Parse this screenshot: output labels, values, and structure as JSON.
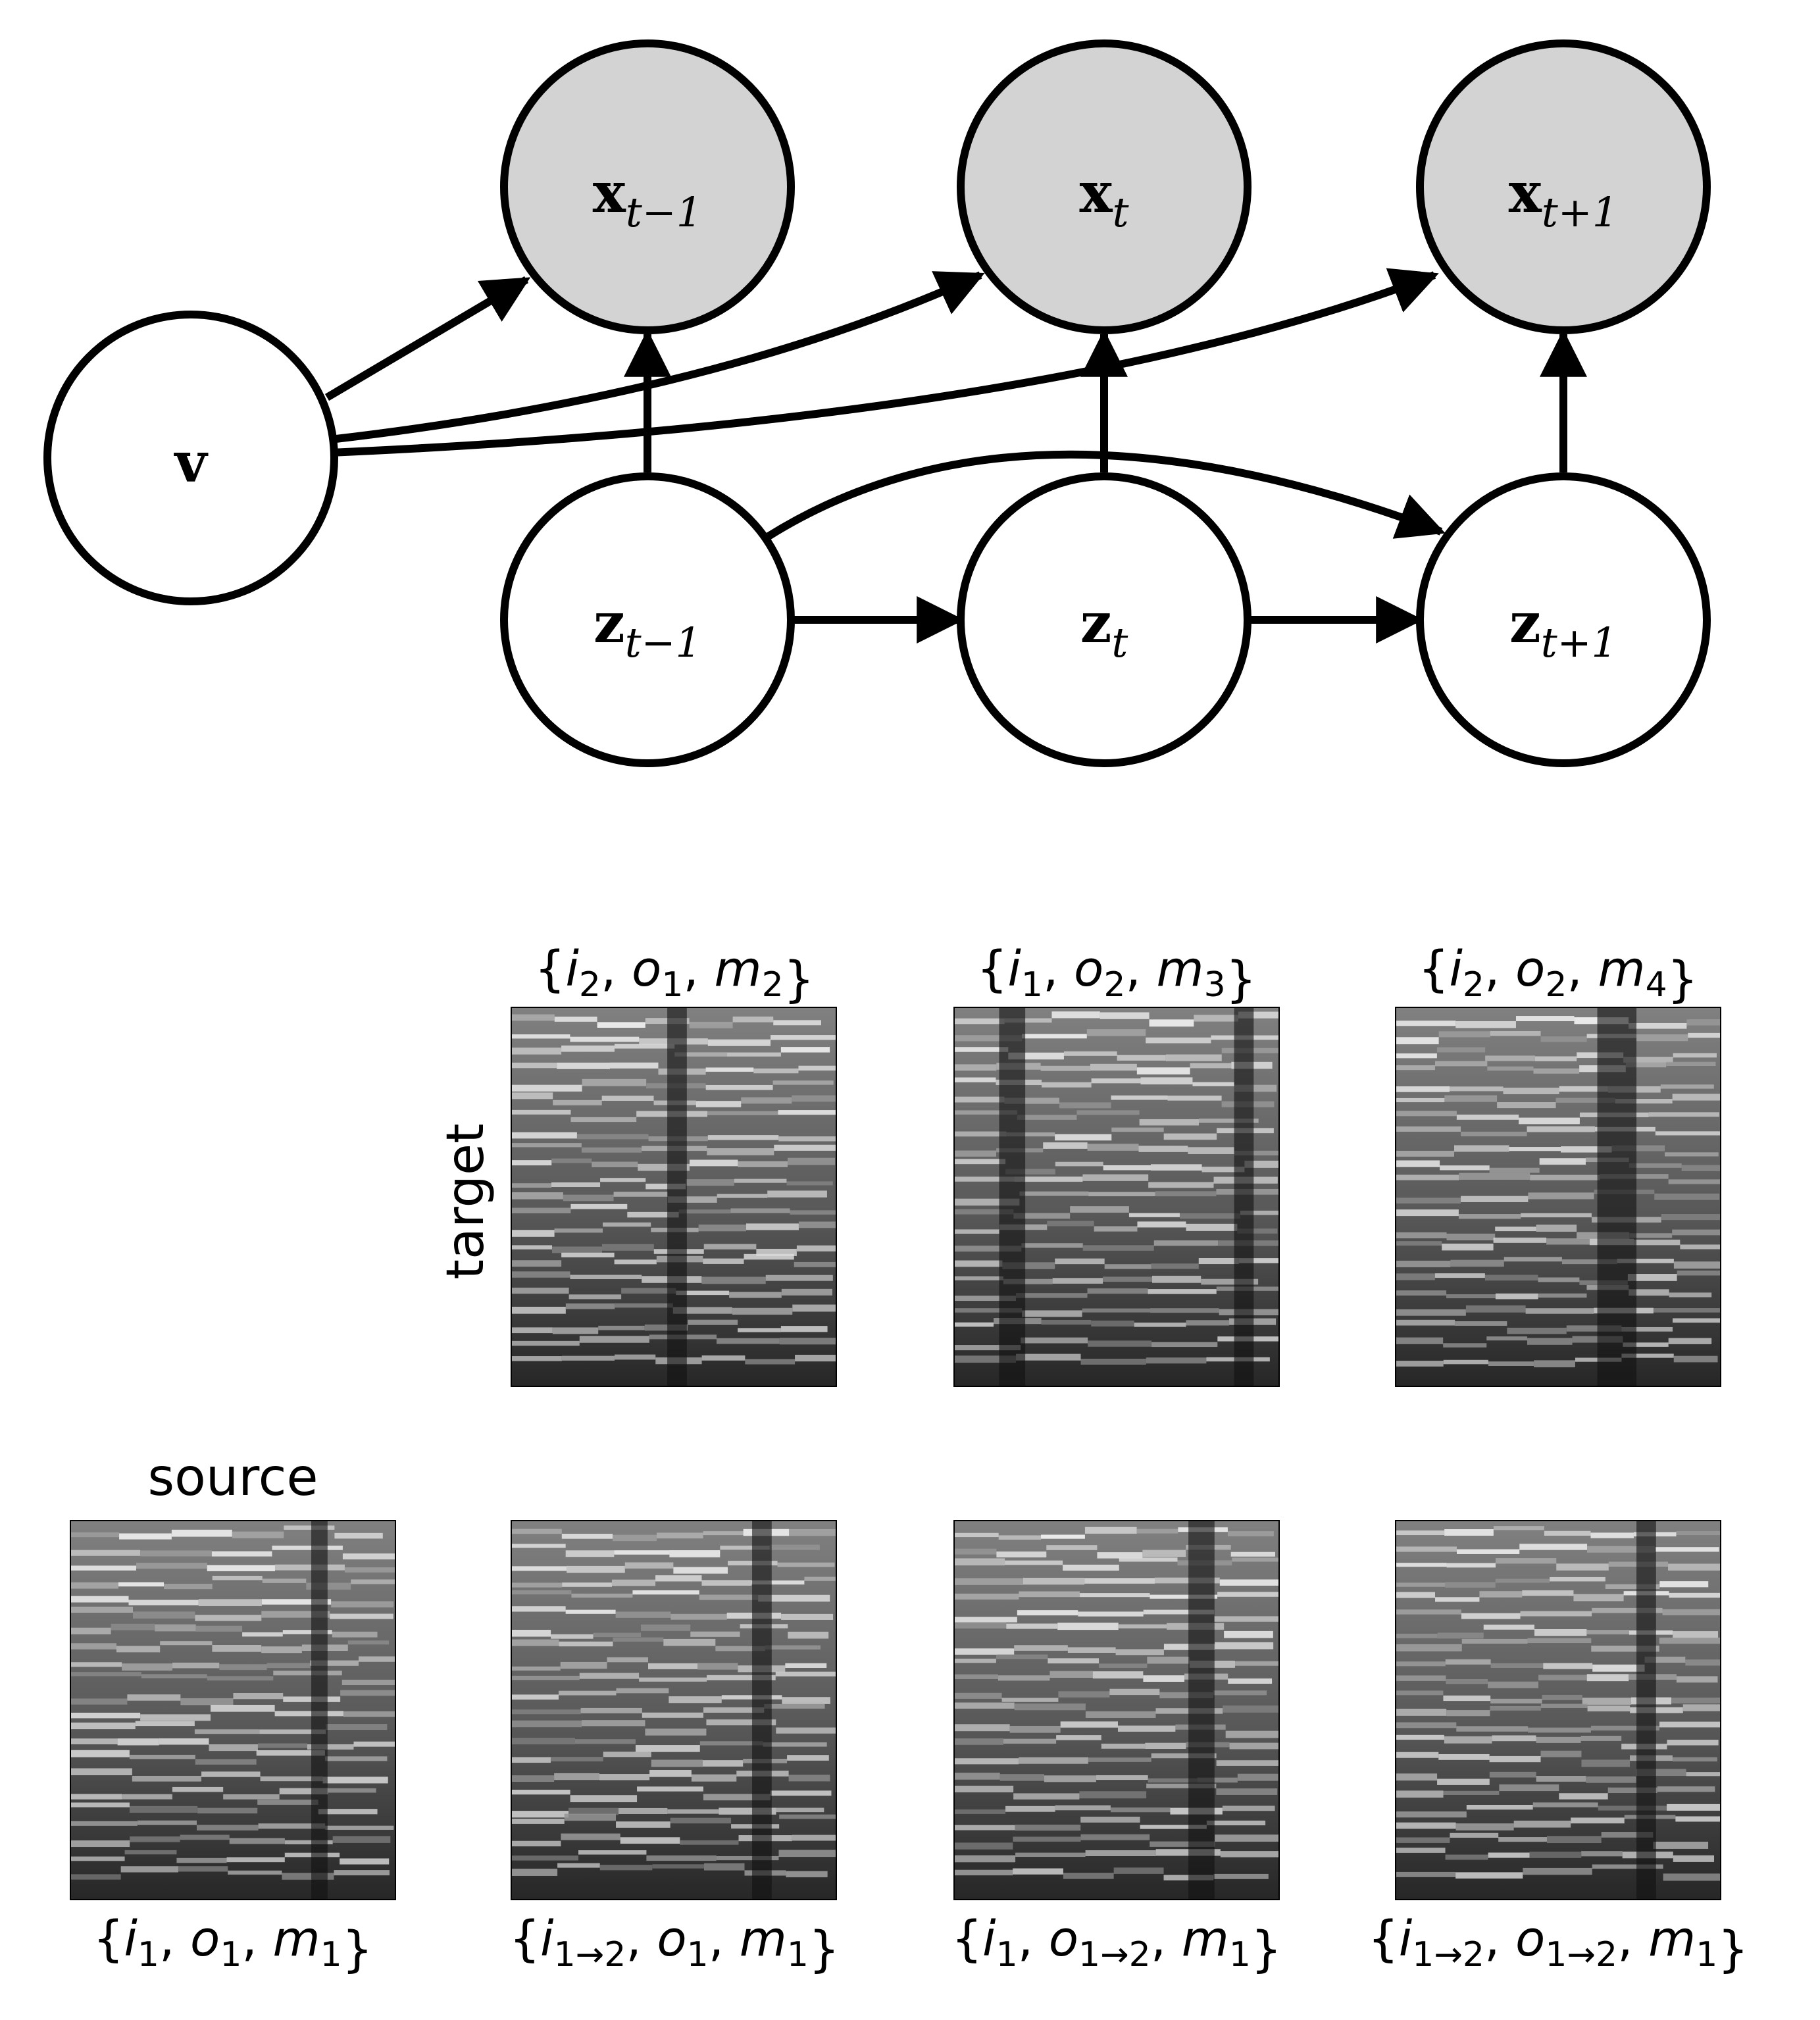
{
  "graph": {
    "nodes": [
      {
        "id": "v",
        "symbol": "v",
        "sub": "",
        "observed": false
      },
      {
        "id": "x_prev",
        "symbol": "x",
        "sub": "t−1",
        "observed": true
      },
      {
        "id": "x_t",
        "symbol": "x",
        "sub": "t",
        "observed": true
      },
      {
        "id": "x_next",
        "symbol": "x",
        "sub": "t+1",
        "observed": true
      },
      {
        "id": "z_prev",
        "symbol": "z",
        "sub": "t−1",
        "observed": false
      },
      {
        "id": "z_t",
        "symbol": "z",
        "sub": "t",
        "observed": false
      },
      {
        "id": "z_next",
        "symbol": "z",
        "sub": "t+1",
        "observed": false
      }
    ],
    "edges": [
      {
        "from": "v",
        "to": "x_prev"
      },
      {
        "from": "v",
        "to": "x_t"
      },
      {
        "from": "v",
        "to": "x_next"
      },
      {
        "from": "z_prev",
        "to": "x_prev"
      },
      {
        "from": "z_t",
        "to": "x_t"
      },
      {
        "from": "z_next",
        "to": "x_next"
      },
      {
        "from": "z_prev",
        "to": "z_t"
      },
      {
        "from": "z_t",
        "to": "z_next"
      },
      {
        "from": "z_prev",
        "to": "z_next"
      }
    ],
    "colors": {
      "observed_fill": "#d3d3d3",
      "latent_fill": "#ffffff",
      "stroke": "#000000"
    }
  },
  "panels": {
    "row_label_target": "target",
    "col_label_source": "source",
    "target_labels": [
      {
        "pre": "{",
        "parts": [
          [
            "i",
            "2"
          ],
          [
            "o",
            "1"
          ],
          [
            "m",
            "2"
          ]
        ],
        "post": "}"
      },
      {
        "pre": "{",
        "parts": [
          [
            "i",
            "1"
          ],
          [
            "o",
            "2"
          ],
          [
            "m",
            "3"
          ]
        ],
        "post": "}"
      },
      {
        "pre": "{",
        "parts": [
          [
            "i",
            "2"
          ],
          [
            "o",
            "2"
          ],
          [
            "m",
            "4"
          ]
        ],
        "post": "}"
      }
    ],
    "source_label": {
      "pre": "{",
      "parts": [
        [
          "i",
          "1"
        ],
        [
          "o",
          "1"
        ],
        [
          "m",
          "1"
        ]
      ],
      "post": "}"
    },
    "result_labels": [
      {
        "pre": "{",
        "parts": [
          [
            "i",
            "1→2"
          ],
          [
            "o",
            "1"
          ],
          [
            "m",
            "1"
          ]
        ],
        "post": "}"
      },
      {
        "pre": "{",
        "parts": [
          [
            "i",
            "1"
          ],
          [
            "o",
            "1→2"
          ],
          [
            "m",
            "1"
          ]
        ],
        "post": "}"
      },
      {
        "pre": "{",
        "parts": [
          [
            "i",
            "1→2"
          ],
          [
            "o",
            "1→2"
          ],
          [
            "m",
            "1"
          ]
        ],
        "post": "}"
      }
    ]
  }
}
